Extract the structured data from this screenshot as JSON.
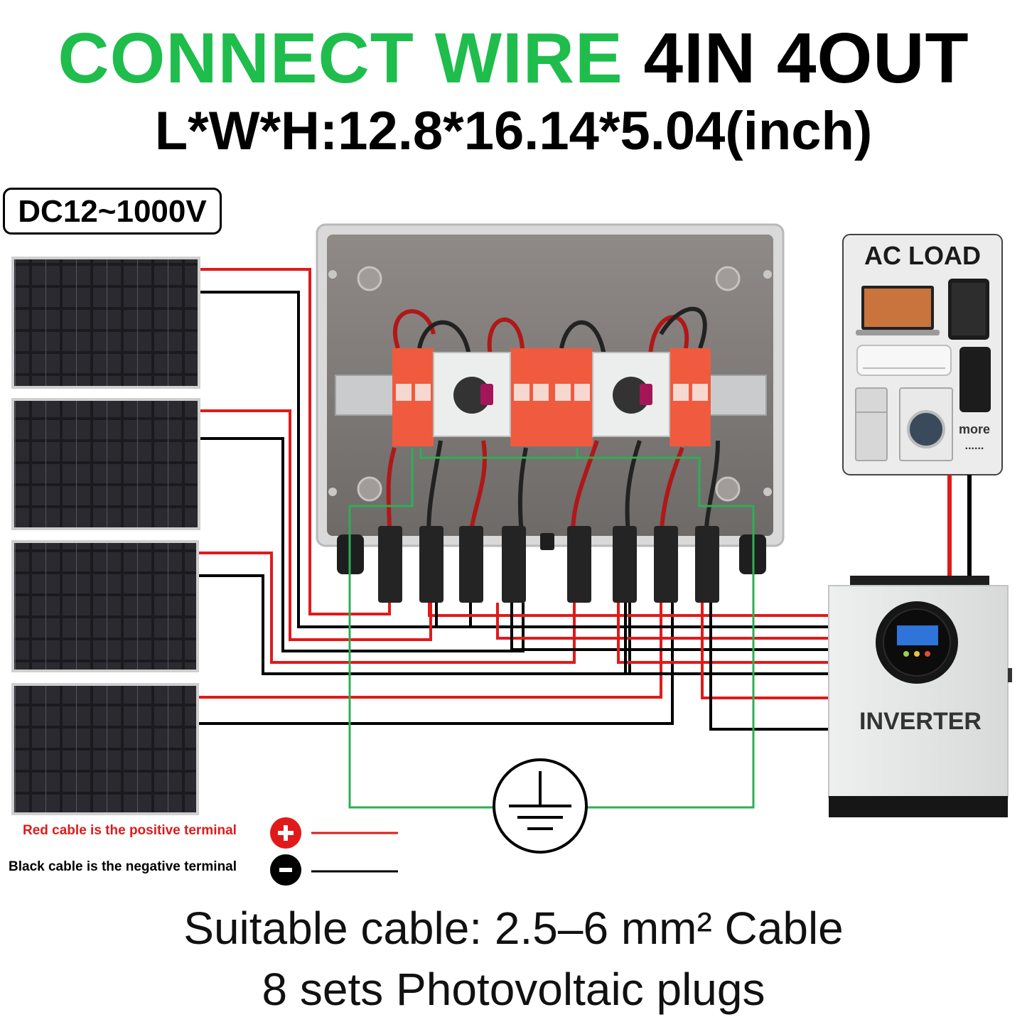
{
  "title": {
    "green_part": "CONNECT WIRE",
    "black_part": "4IN 4OUT"
  },
  "dimensions": "L*W*H:12.8*16.14*5.04(inch)",
  "voltage_badge": "DC12~1000V",
  "ac_load": {
    "label": "AC LOAD",
    "more_label": "more",
    "more_dots": "......"
  },
  "inverter": {
    "label": "INVERTER"
  },
  "legend": {
    "positive": "Red cable is the positive terminal",
    "negative": "Black cable is the negative terminal"
  },
  "footer": {
    "cable": "Suitable cable: 2.5–6 mm² Cable",
    "plugs": "8 sets Photovoltaic plugs"
  },
  "colors": {
    "accent_green": "#1fbd4c",
    "positive_red": "#e01a1a",
    "negative_black": "#000000",
    "ground_green": "#2fae54"
  }
}
